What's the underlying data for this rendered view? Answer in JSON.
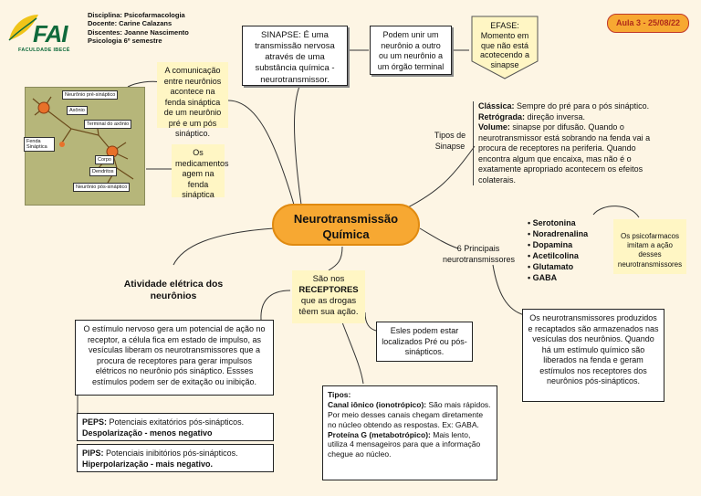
{
  "logo": {
    "brand": "FAI",
    "subtitle": "FACULDADE IBECÉ"
  },
  "header": {
    "disciplina": "Disciplina: Psicofarmacologia",
    "docente": "Docente: Carine Calazans",
    "discentes": "Discentes: Joanne Nascimento",
    "turma": "Psicologia 6º semestre"
  },
  "badge": "Aula 3 - 25/08/22",
  "center": {
    "line1": "Neurotransmissão",
    "line2": "Química"
  },
  "sinapse": "SINAPSE: É uma transmissão nervosa através de uma substância química - neurotransmissor.",
  "unir": "Podem unir um neurônio a outro ou um neurônio a um órgão terminal",
  "efase": "EFASE: Momento em que não está acotecendo a sinapse",
  "comunicacao": "A comunicação entre neurônios acontece na fenda sináptica de um neurônio pré e um pós sináptico.",
  "medicamentos": "Os medicamentos agem na fenda sináptica",
  "neuron_labels": {
    "pre": "Neurônio pré-sináptico",
    "axonio": "Axônio",
    "terminal": "Terminal do axônio",
    "fenda": "Fenda Sináptica",
    "corpo": "Corpo",
    "dendritos": "Dendritos",
    "pos": "Neurônio pós-sináptico"
  },
  "tipos_sinapse": {
    "label": "Tipos de Sinapse",
    "classica_t": "Clássica:",
    "classica": " Sempre do pré para o pós sináptico.",
    "retrograda_t": "Retrógrada:",
    "retrograda": " direção inversa.",
    "volume_t": "Volume:",
    "volume": " sinapse por difusão. Quando o neurotransmissor está sobrando na fenda vai a procura de receptores na periferia. Quando encontra algum que encaixa, mas não é o exatamente apropriado acontecem os efeitos colaterais."
  },
  "principais_label": "6 Principais neurotransmissores",
  "neurotransmissores": [
    "Serotonina",
    "Noradrenalina",
    "Dopamina",
    "Acetilcolina",
    "Glutamato",
    "GABA"
  ],
  "psicofarmacos": "Os psicofarmacos imitam a ação desses neurotransmissores",
  "armazenados": "Os neurotransmissores produzidos e recaptados são armazenados nas vesículas dos neurônios. Quando há um estímulo químico são liberados na fenda e geram estímulos nos receptores dos neurônios pós-sinápticos.",
  "atividade_label": "Atividade elétrica dos neurônios",
  "estimulo": "O estímulo nervoso gera um potencial de ação no receptor, a célula fica em estado de impulso, as vesículas liberam os neurotransmissores que a procura de receptores para gerar impulsos elétricos no neurônio pós sináptico. Essses estímulos podem ser de exitação ou inibição.",
  "peps": {
    "t": "PEPS:",
    "a": " Potenciais exitatórios pós-sinápticos.",
    "b": "Despolarização - menos negativo"
  },
  "pips": {
    "t": "PIPS:",
    "a": " Potenciais inibitórios pós-sinápticos.",
    "b": "Hiperpolarização - mais negativo."
  },
  "receptores": {
    "a": "São nos",
    "b": "RECEPTORES",
    "c": "que as drogas têem sua ação."
  },
  "localizados": "Esles podem estar localizados Pré ou pós-sinápticos.",
  "tipos": {
    "title": "Tipos:",
    "ion_t": "Canal iônico (ionotrópico):",
    "ion": " São mais rápidos. Por meio desses canais chegam diretamente no núcleo obtendo as respostas. Ex: GABA.",
    "met_t": "Proteína G (metabotrópico):",
    "met": " Mais lento, utiliza 4 mensageiros para que a informação chegue ao núcleo."
  },
  "colors": {
    "orange": "#f7a832",
    "note": "#fff6c4",
    "background": "#fdf5e4",
    "logo": "#0f6a3c"
  }
}
